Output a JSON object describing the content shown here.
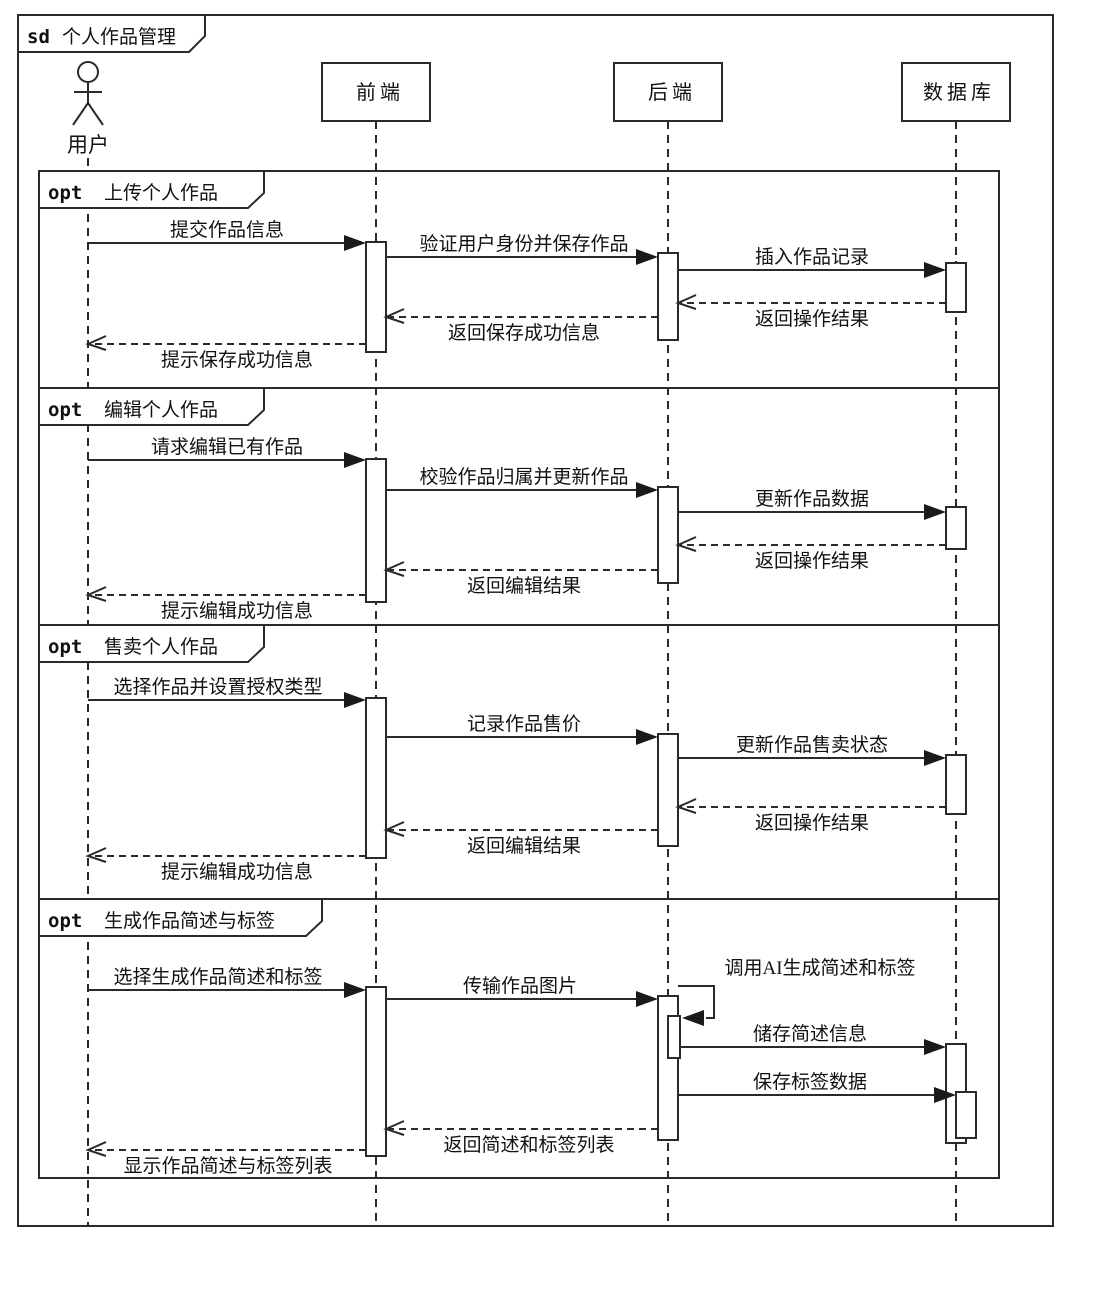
{
  "frame": {
    "keyword": "sd",
    "title": "个人作品管理"
  },
  "participants": [
    {
      "name": "用户",
      "kind": "actor"
    },
    {
      "name": "前端",
      "kind": "object"
    },
    {
      "name": "后端",
      "kind": "object"
    },
    {
      "name": "数据库",
      "kind": "object"
    }
  ],
  "colors": {
    "line": "#2a2a2a",
    "text": "#111111",
    "background": "#ffffff"
  },
  "fragments": [
    {
      "operator": "opt",
      "title": "上传个人作品",
      "messages": [
        {
          "text": "提交作品信息",
          "from": "用户",
          "to": "前端",
          "line": "solid"
        },
        {
          "text": "验证用户身份并保存作品",
          "from": "前端",
          "to": "后端",
          "line": "solid"
        },
        {
          "text": "插入作品记录",
          "from": "后端",
          "to": "数据库",
          "line": "solid"
        },
        {
          "text": "返回操作结果",
          "from": "数据库",
          "to": "后端",
          "line": "dashed"
        },
        {
          "text": "返回保存成功信息",
          "from": "后端",
          "to": "前端",
          "line": "dashed"
        },
        {
          "text": "提示保存成功信息",
          "from": "前端",
          "to": "用户",
          "line": "dashed"
        }
      ]
    },
    {
      "operator": "opt",
      "title": "编辑个人作品",
      "messages": [
        {
          "text": "请求编辑已有作品",
          "from": "用户",
          "to": "前端",
          "line": "solid"
        },
        {
          "text": "校验作品归属并更新作品",
          "from": "前端",
          "to": "后端",
          "line": "solid"
        },
        {
          "text": "更新作品数据",
          "from": "后端",
          "to": "数据库",
          "line": "solid"
        },
        {
          "text": "返回操作结果",
          "from": "数据库",
          "to": "后端",
          "line": "dashed"
        },
        {
          "text": "返回编辑结果",
          "from": "后端",
          "to": "前端",
          "line": "dashed"
        },
        {
          "text": "提示编辑成功信息",
          "from": "前端",
          "to": "用户",
          "line": "dashed"
        }
      ]
    },
    {
      "operator": "opt",
      "title": "售卖个人作品",
      "messages": [
        {
          "text": "选择作品并设置授权类型",
          "from": "用户",
          "to": "前端",
          "line": "solid"
        },
        {
          "text": "记录作品售价",
          "from": "前端",
          "to": "后端",
          "line": "solid"
        },
        {
          "text": "更新作品售卖状态",
          "from": "后端",
          "to": "数据库",
          "line": "solid"
        },
        {
          "text": "返回操作结果",
          "from": "数据库",
          "to": "后端",
          "line": "dashed"
        },
        {
          "text": "返回编辑结果",
          "from": "后端",
          "to": "前端",
          "line": "dashed"
        },
        {
          "text": "提示编辑成功信息",
          "from": "前端",
          "to": "用户",
          "line": "dashed"
        }
      ]
    },
    {
      "operator": "opt",
      "title": "生成作品简述与标签",
      "messages": [
        {
          "text": "选择生成作品简述和标签",
          "from": "用户",
          "to": "前端",
          "line": "solid"
        },
        {
          "text": "传输作品图片",
          "from": "前端",
          "to": "后端",
          "line": "solid"
        },
        {
          "text": "调用AI生成简述和标签",
          "from": "后端",
          "to": "后端",
          "line": "self"
        },
        {
          "text": "储存简述信息",
          "from": "后端",
          "to": "数据库",
          "line": "solid"
        },
        {
          "text": "保存标签数据",
          "from": "后端",
          "to": "数据库",
          "line": "solid"
        },
        {
          "text": "返回简述和标签列表",
          "from": "后端",
          "to": "前端",
          "line": "dashed"
        },
        {
          "text": "显示作品简述与标签列表",
          "from": "前端",
          "to": "用户",
          "line": "dashed"
        }
      ]
    }
  ]
}
